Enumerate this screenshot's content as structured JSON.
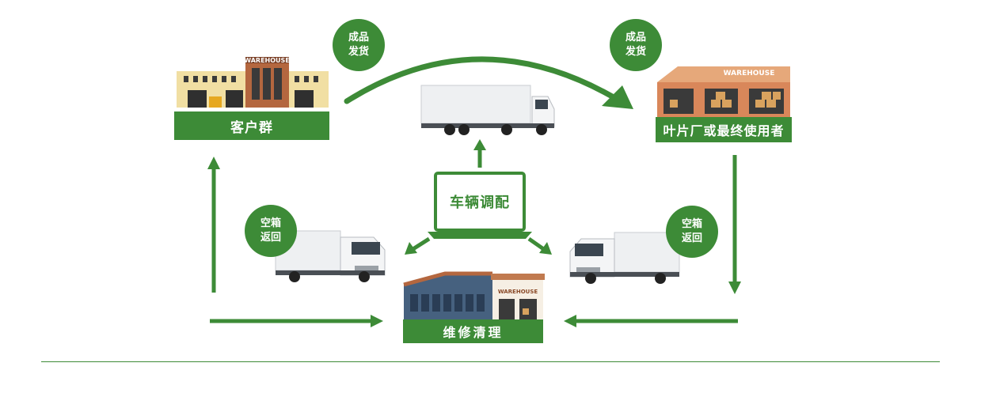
{
  "nodes": {
    "customers": "客户群",
    "end_user": "叶片厂或最终使用者",
    "maintenance": "维修清理",
    "dispatch": "车辆调配"
  },
  "badges": {
    "ship_left": [
      "成品",
      "发货"
    ],
    "ship_right": [
      "成品",
      "发货"
    ],
    "return_left": [
      "空箱",
      "返回"
    ],
    "return_right": [
      "空箱",
      "返回"
    ]
  },
  "warehouse_signs": {
    "left": "WAREHOUSE",
    "right": "WAREHOUSE",
    "bottom": "WAREHOUSE"
  },
  "colors": {
    "green": "#3d8b37",
    "truck_body": "#eef0f2",
    "brick": "#b4673f",
    "beige": "#f1dfa3",
    "blue_building": "#46617f"
  }
}
